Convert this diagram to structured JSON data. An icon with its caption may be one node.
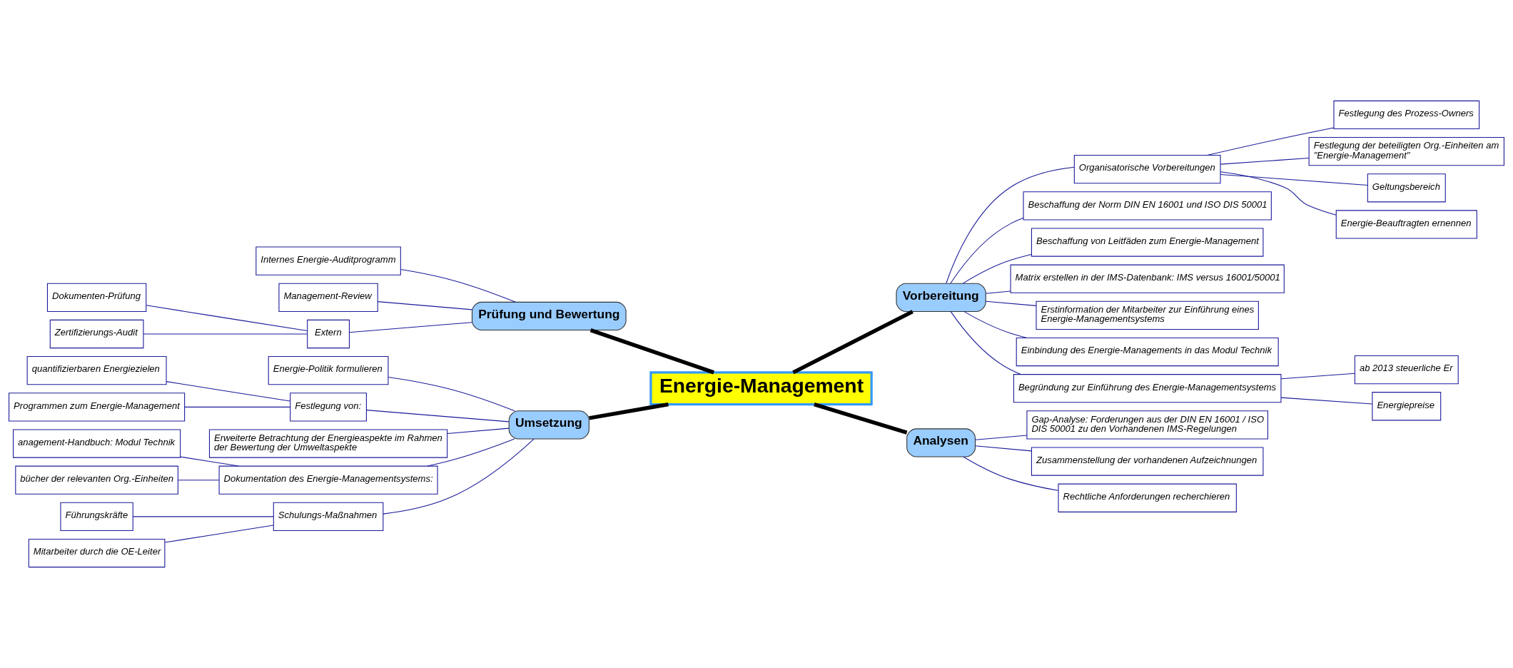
{
  "diagram": {
    "nodes": [
      {
        "text": [
          "Energie-Management"
        ]
      },
      {
        "text": [
          "Prüfung und Bewertung"
        ]
      },
      {
        "text": [
          "Internes Energie-Auditprogramm"
        ]
      },
      {
        "text": [
          "Management-Review"
        ]
      },
      {
        "text": [
          "Extern"
        ]
      },
      {
        "text": [
          "Dokumenten-Prüfung"
        ]
      },
      {
        "text": [
          "Zertifizierungs-Audit"
        ]
      },
      {
        "text": [
          "Umsetzung"
        ]
      },
      {
        "text": [
          "Energie-Politik formulieren"
        ]
      },
      {
        "text": [
          "Festlegung von:"
        ]
      },
      {
        "text": [
          "quantifizierbaren Energiezielen"
        ]
      },
      {
        "text": [
          "Programmen zum Energie-Management"
        ]
      },
      {
        "text": [
          "Erweiterte Betrachtung der Energieaspekte im Rahmen der Bewertung der Umweltaspekte"
        ]
      },
      {
        "text": [
          "Dokumentation des Energie-Managementsystems:"
        ]
      },
      {
        "text": [
          "anagement-Handbuch: Modul Technik"
        ]
      },
      {
        "text": [
          "bücher der relevanten Org.-Einheiten"
        ]
      },
      {
        "text": [
          "Schulungs-Maßnahmen"
        ]
      },
      {
        "text": [
          "Führungskräfte"
        ]
      },
      {
        "text": [
          "Mitarbeiter durch die OE-Leiter"
        ]
      },
      {
        "text": [
          "Vorbereitung"
        ]
      },
      {
        "text": [
          "Organisatorische Vorbereitungen"
        ]
      },
      {
        "text": [
          "Festlegung des Prozess-Owners"
        ]
      },
      {
        "text": [
          "Festlegung der beteiligten Org.-Einheiten am \"Energie-Management\""
        ]
      },
      {
        "text": [
          "Geltungsbereich"
        ]
      },
      {
        "text": [
          "Energie-Beauftragten ernennen"
        ]
      },
      {
        "text": [
          "Beschaffung der Norm DIN EN 16001 und ISO DIS 50001"
        ]
      },
      {
        "text": [
          "Beschaffung von Leitfäden zum Energie-Management"
        ]
      },
      {
        "text": [
          "Matrix erstellen in der IMS-Datenbank: IMS versus 16001/50001"
        ]
      },
      {
        "text": [
          "Erstinformation der Mitarbeiter zur Einführung eines Energie-Managementsystems"
        ]
      },
      {
        "text": [
          "Einbindung des Energie-Managements in das Modul Technik"
        ]
      },
      {
        "text": [
          "Begründung zur Einführung des Energie-Managementsystems"
        ]
      },
      {
        "text": [
          "ab 2013 steuerliche Er"
        ]
      },
      {
        "text": [
          "Energiepreise"
        ]
      },
      {
        "text": [
          "Analysen"
        ]
      },
      {
        "text": [
          "Gap-Analyse: Forderungen aus der DIN EN 16001 / ISO DIS 50001 zu den Vorhandenen IMS-Regelungen"
        ]
      },
      {
        "text": [
          "Zusammenstellung der vorhandenen Aufzeichnungen"
        ]
      },
      {
        "text": [
          "Rechtliche Anforderungen recherchieren"
        ]
      }
    ],
    "edges": [
      {
        "from": 1,
        "to": 0,
        "arrow": "none",
        "style": "thick",
        "color": "#000000"
      },
      {
        "from": 2,
        "to": 1,
        "arrow": "none"
      },
      {
        "from": 3,
        "to": 1,
        "arrow": "none"
      },
      {
        "from": 4,
        "to": 1,
        "arrow": "none"
      },
      {
        "from": 5,
        "to": 4,
        "arrow": "none"
      },
      {
        "from": 6,
        "to": 4,
        "arrow": "none"
      },
      {
        "from": 7,
        "to": 0,
        "arrow": "none",
        "style": "thick",
        "color": "#000000"
      },
      {
        "from": 8,
        "to": 7,
        "arrow": "none"
      },
      {
        "from": 9,
        "to": 7,
        "arrow": "none"
      },
      {
        "from": 10,
        "to": 9,
        "arrow": "none"
      },
      {
        "from": 11,
        "to": 9,
        "arrow": "none"
      },
      {
        "from": 12,
        "to": 7,
        "arrow": "none"
      },
      {
        "from": 13,
        "to": 7,
        "arrow": "none"
      },
      {
        "from": 14,
        "to": 13,
        "arrow": "none"
      },
      {
        "from": 15,
        "to": 13,
        "arrow": "none"
      },
      {
        "from": 16,
        "to": 7,
        "arrow": "none"
      },
      {
        "from": 17,
        "to": 16,
        "arrow": "none"
      },
      {
        "from": 18,
        "to": 16,
        "arrow": "none"
      },
      {
        "from": 0,
        "to": 19,
        "arrow": "none",
        "style": "thick",
        "color": "#000000"
      },
      {
        "from": 19,
        "to": 20,
        "arrow": "none"
      },
      {
        "from": 20,
        "to": 21,
        "arrow": "none"
      },
      {
        "from": 20,
        "to": 22,
        "arrow": "none"
      },
      {
        "from": 20,
        "to": 23,
        "arrow": "none"
      },
      {
        "from": 20,
        "to": 24,
        "arrow": "none"
      },
      {
        "from": 19,
        "to": 25,
        "arrow": "none"
      },
      {
        "from": 19,
        "to": 26,
        "arrow": "none"
      },
      {
        "from": 19,
        "to": 27,
        "arrow": "none"
      },
      {
        "from": 19,
        "to": 28,
        "arrow": "none"
      },
      {
        "from": 19,
        "to": 29,
        "arrow": "none"
      },
      {
        "from": 19,
        "to": 30,
        "arrow": "none"
      },
      {
        "from": 30,
        "to": 31,
        "arrow": "none"
      },
      {
        "from": 30,
        "to": 32,
        "arrow": "none"
      },
      {
        "from": 0,
        "to": 33,
        "arrow": "none",
        "style": "thick",
        "color": "#000000"
      },
      {
        "from": 33,
        "to": 34,
        "arrow": "none"
      },
      {
        "from": 33,
        "to": 35,
        "arrow": "none"
      },
      {
        "from": 33,
        "to": 36,
        "arrow": "none"
      }
    ]
  }
}
